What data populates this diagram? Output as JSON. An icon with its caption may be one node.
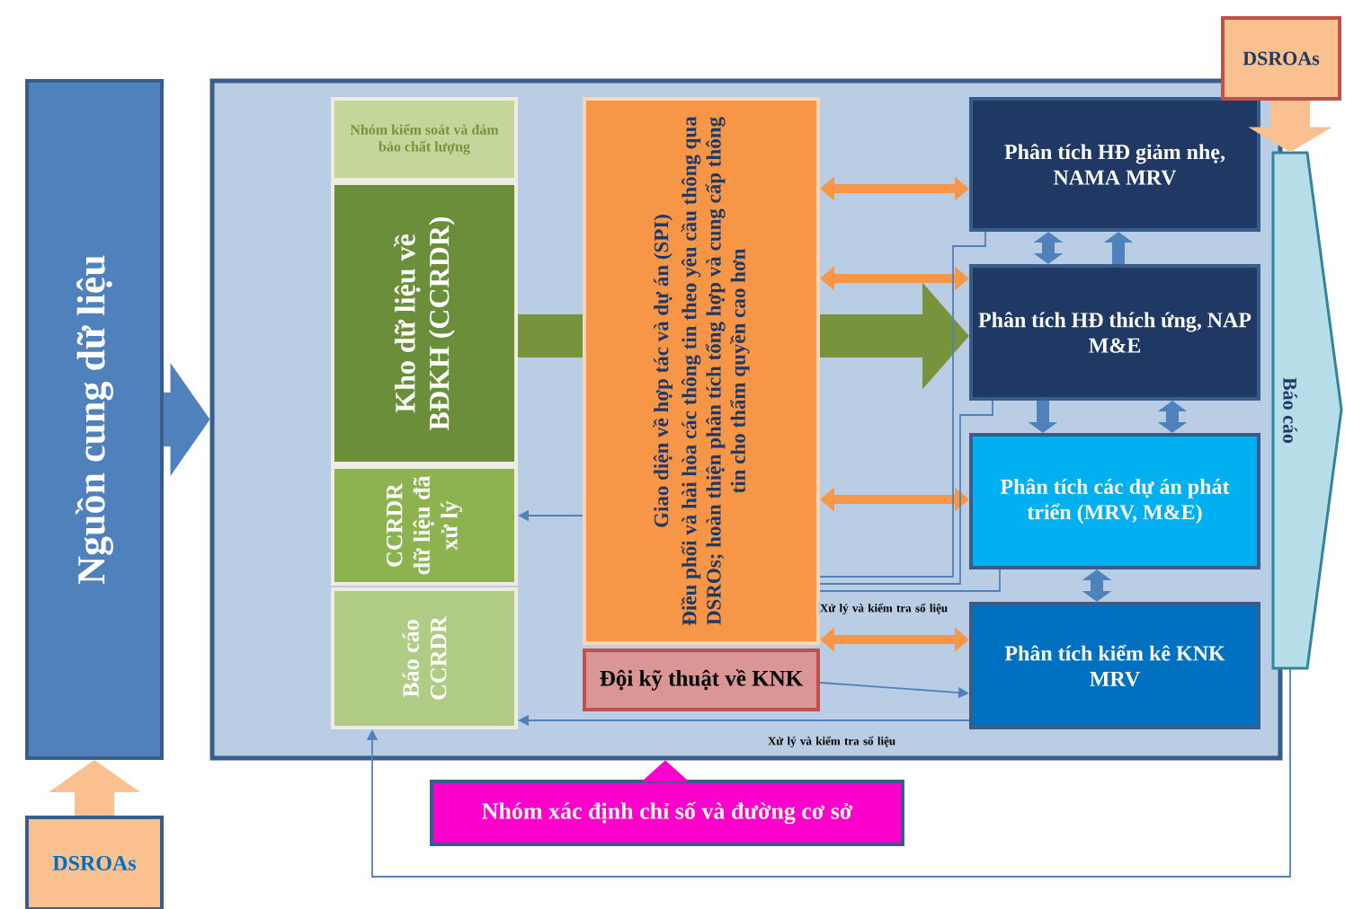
{
  "diagram": {
    "nodes": [
      {
        "text": [
          "Nguồn cung dữ liệu"
        ]
      },
      {
        "text": [],
        "shape": "box"
      },
      {
        "text": [
          "Nhóm kiểm soát và đảm bảo chất lượng"
        ],
        "in": 1
      },
      {
        "text": [
          "Kho dữ liệu về BĐKH (CCRDR)"
        ],
        "in": 1
      },
      {
        "text": [
          "CCRDR dữ liệu đã xử lý"
        ],
        "in": 1
      },
      {
        "text": [
          "Báo cáo CCRDR"
        ],
        "in": 1
      },
      {
        "text": [
          "Giao diện về hợp tác và dự án (SPI)",
          "Điều phối và hài hòa các thông tin theo yêu cầu thông qua DSROs; hoàn thiện phân tích tổng hợp và cung cấp thông tin cho thẩm quyền cao hơn"
        ],
        "in": 1
      },
      {
        "text": [
          "Đội kỹ thuật về KNK"
        ],
        "in": 1
      },
      {
        "text": [
          "Phân tích HĐ giảm nhẹ, NAMA MRV"
        ],
        "in": 1
      },
      {
        "text": [
          "Phân tích HĐ thích ứng, NAP M&E"
        ],
        "in": 1
      },
      {
        "text": [
          "Phân tích các dự án phát triển (MRV, M&E)"
        ],
        "in": 1
      },
      {
        "text": [
          "Phân tích kiểm kê KNK MRV"
        ],
        "in": 1
      },
      {
        "text": [
          "Báo cáo"
        ]
      },
      {
        "text": [
          "DSROAs"
        ]
      },
      {
        "text": [
          "DSROAs"
        ]
      },
      {
        "text": [
          "Nhóm xác định chỉ số và đường cơ sở"
        ]
      }
    ],
    "edges": [
      {
        "from": 0,
        "to": 1,
        "arrow": "to",
        "style": "thick"
      },
      {
        "from": 14,
        "to": 0,
        "arrow": "to",
        "style": "thick",
        "color": "#fac090"
      },
      {
        "from": 13,
        "to": 12,
        "arrow": "to",
        "style": "thick",
        "color": "#fac090"
      },
      {
        "from": 3,
        "to": 6,
        "arrow": "none",
        "style": "thick",
        "color": "#77933c"
      },
      {
        "from": 6,
        "to": 9,
        "arrow": "to",
        "style": "thick",
        "color": "#77933c"
      },
      {
        "from": 6,
        "to": 8,
        "arrow": "both",
        "color": "#f79646"
      },
      {
        "from": 6,
        "to": 9,
        "arrow": "both",
        "color": "#f79646"
      },
      {
        "from": 6,
        "to": 10,
        "arrow": "both",
        "color": "#f79646"
      },
      {
        "from": 6,
        "to": 11,
        "arrow": "both",
        "color": "#f79646",
        "label": "Xử lý và kiểm tra số liệu"
      },
      {
        "from": 8,
        "to": 9,
        "arrow": "both"
      },
      {
        "from": 9,
        "to": 8,
        "arrow": "to"
      },
      {
        "from": 9,
        "to": 10,
        "arrow": "to"
      },
      {
        "from": 9,
        "to": 10,
        "arrow": "both"
      },
      {
        "from": 10,
        "to": 11,
        "arrow": "both"
      },
      {
        "from": 8,
        "to": 6,
        "arrow": "none"
      },
      {
        "from": 9,
        "to": 6,
        "arrow": "none"
      },
      {
        "from": 10,
        "to": 6,
        "arrow": "none"
      },
      {
        "from": 6,
        "to": 4,
        "arrow": "to"
      },
      {
        "from": 7,
        "to": 11,
        "arrow": "to"
      },
      {
        "from": 11,
        "to": 5,
        "arrow": "to",
        "label": "Xử lý và kiểm tra số liệu"
      },
      {
        "from": 12,
        "to": 5,
        "arrow": "to"
      },
      {
        "from": 15,
        "to": 1,
        "arrow": "to",
        "style": "thick",
        "color": "#ff00cc"
      }
    ]
  }
}
